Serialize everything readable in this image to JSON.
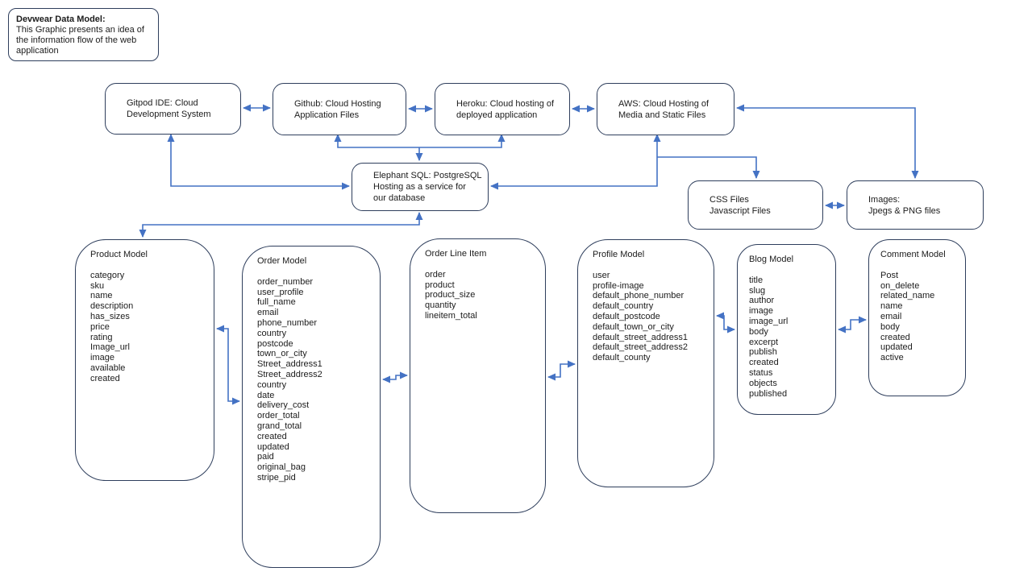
{
  "note": {
    "title": "Devwear Data Model:",
    "body": "This Graphic presents an idea of the information flow of the web application"
  },
  "nodes": {
    "gitpod": {
      "lines": [
        "Gitpod IDE: Cloud",
        "Development System"
      ]
    },
    "github": {
      "lines": [
        "Github: Cloud Hosting",
        "Application Files"
      ]
    },
    "heroku": {
      "lines": [
        "Heroku: Cloud hosting of",
        "deployed application"
      ]
    },
    "aws": {
      "lines": [
        "AWS: Cloud Hosting of",
        "Media and Static Files"
      ]
    },
    "elephant": {
      "lines": [
        "Elephant SQL: PostgreSQL",
        "Hosting as a service for",
        "our database"
      ]
    },
    "css": {
      "lines": [
        "CSS Files",
        "Javascript Files"
      ]
    },
    "images": {
      "lines": [
        "Images:",
        "Jpegs & PNG files"
      ]
    }
  },
  "models": {
    "product": {
      "title": "Product Model",
      "fields": [
        "category",
        "sku",
        "name",
        "description",
        "has_sizes",
        "price",
        "rating",
        "Image_url",
        "image",
        "available",
        "created"
      ]
    },
    "order": {
      "title": "Order Model",
      "fields": [
        "order_number",
        "user_profile",
        "full_name",
        "email",
        "phone_number",
        "country",
        "postcode",
        "town_or_city",
        "Street_address1",
        "Street_address2",
        "country",
        "date",
        "delivery_cost",
        "order_total",
        "grand_total",
        "created",
        "updated",
        "paid",
        "original_bag",
        "stripe_pid"
      ]
    },
    "orderline": {
      "title": "Order Line Item",
      "fields": [
        "order",
        "product",
        "product_size",
        "quantity",
        "lineitem_total"
      ]
    },
    "profile": {
      "title": "Profile Model",
      "fields": [
        "user",
        "profile-image",
        "default_phone_number",
        "default_country",
        "default_postcode",
        "default_town_or_city",
        "default_street_address1",
        "default_street_address2",
        "default_county"
      ]
    },
    "blog": {
      "title": "Blog Model",
      "fields": [
        "title",
        "slug",
        "author",
        "image",
        "image_url",
        "body",
        "excerpt",
        "publish",
        "created",
        "status",
        "objects",
        "published"
      ]
    },
    "comment": {
      "title": "Comment Model",
      "fields": [
        "Post",
        "on_delete",
        "related_name",
        "name",
        "email",
        "body",
        "created",
        "updated",
        "active"
      ]
    }
  },
  "colors": {
    "connector_blue": "#4472C4",
    "box_border_navy": "#2e3e5c"
  }
}
